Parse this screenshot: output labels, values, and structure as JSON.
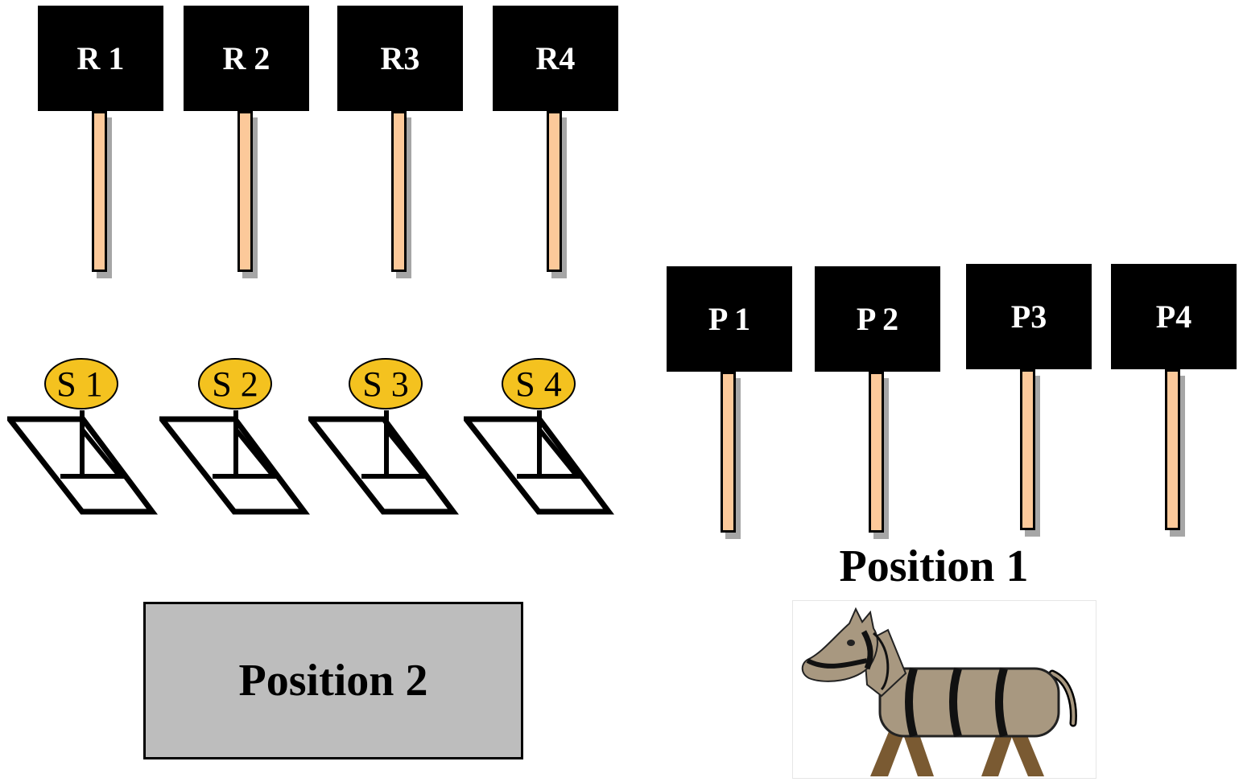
{
  "r_signs": [
    "R 1",
    "R 2",
    "R3",
    "R4"
  ],
  "p_signs": [
    "P 1",
    "P 2",
    "P3",
    "P4"
  ],
  "stations": [
    "S 1",
    "S 2",
    "S 3",
    "S 4"
  ],
  "position_2_label": "Position 2",
  "position_1_label": "Position 1",
  "colors": {
    "sign_board": "#000000",
    "post": "#fcc99a",
    "station_badge": "#f4c21f",
    "position_box": "#bdbdbd",
    "horse_body": "#a89880",
    "horse_legs": "#7a5a32"
  }
}
